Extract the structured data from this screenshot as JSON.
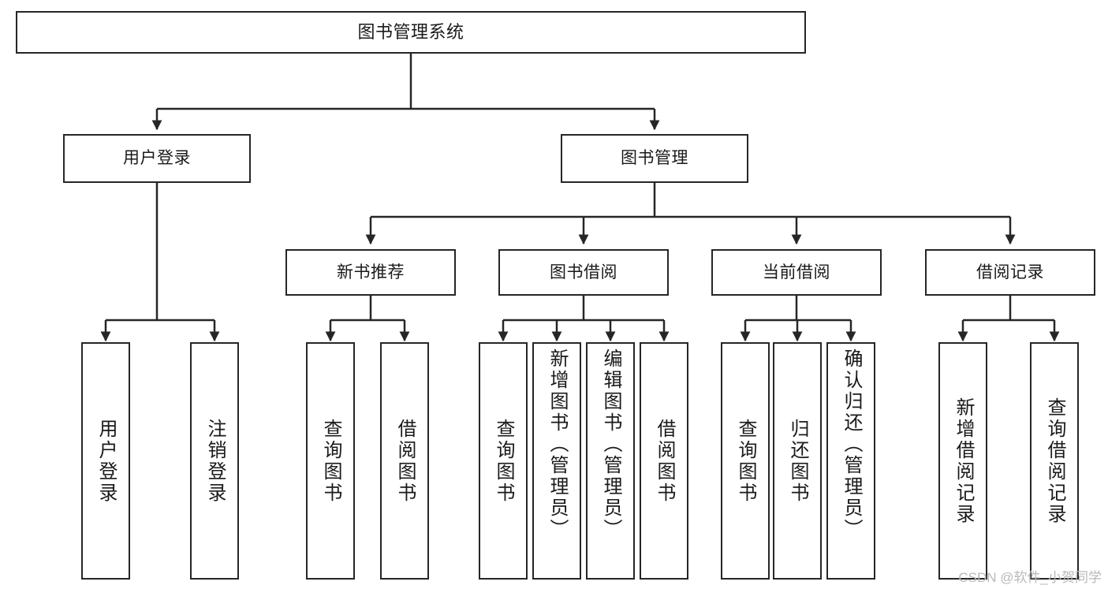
{
  "diagram": {
    "type": "tree",
    "title": "图书管理系统",
    "orientation": "top-down",
    "colors": {
      "box_border": "#262626",
      "box_fill": "#ffffff",
      "line": "#262626",
      "text": "#1a1a1a",
      "watermark": "#b9b9b9"
    },
    "root": {
      "label": "图书管理系统"
    },
    "level2": [
      {
        "label": "用户登录"
      },
      {
        "label": "图书管理"
      }
    ],
    "level3": [
      {
        "label": "新书推荐"
      },
      {
        "label": "图书借阅"
      },
      {
        "label": "当前借阅"
      },
      {
        "label": "借阅记录"
      }
    ],
    "leaves": {
      "user_login": [
        {
          "label": "用户登录"
        },
        {
          "label": "注销登录"
        }
      ],
      "new_book_recommend": [
        {
          "label": "查询图书"
        },
        {
          "label": "借阅图书"
        }
      ],
      "book_borrow": [
        {
          "label": "查询图书"
        },
        {
          "label": "新增图书（管理员）"
        },
        {
          "label": "编辑图书（管理员）"
        },
        {
          "label": "借阅图书"
        }
      ],
      "current_borrow": [
        {
          "label": "查询图书"
        },
        {
          "label": "归还图书"
        },
        {
          "label": "确认归还（管理员）"
        }
      ],
      "borrow_record": [
        {
          "label": "新增借阅记录"
        },
        {
          "label": "查询借阅记录"
        }
      ]
    }
  },
  "watermark": {
    "text": "CSDN @软件_小贺同学"
  }
}
